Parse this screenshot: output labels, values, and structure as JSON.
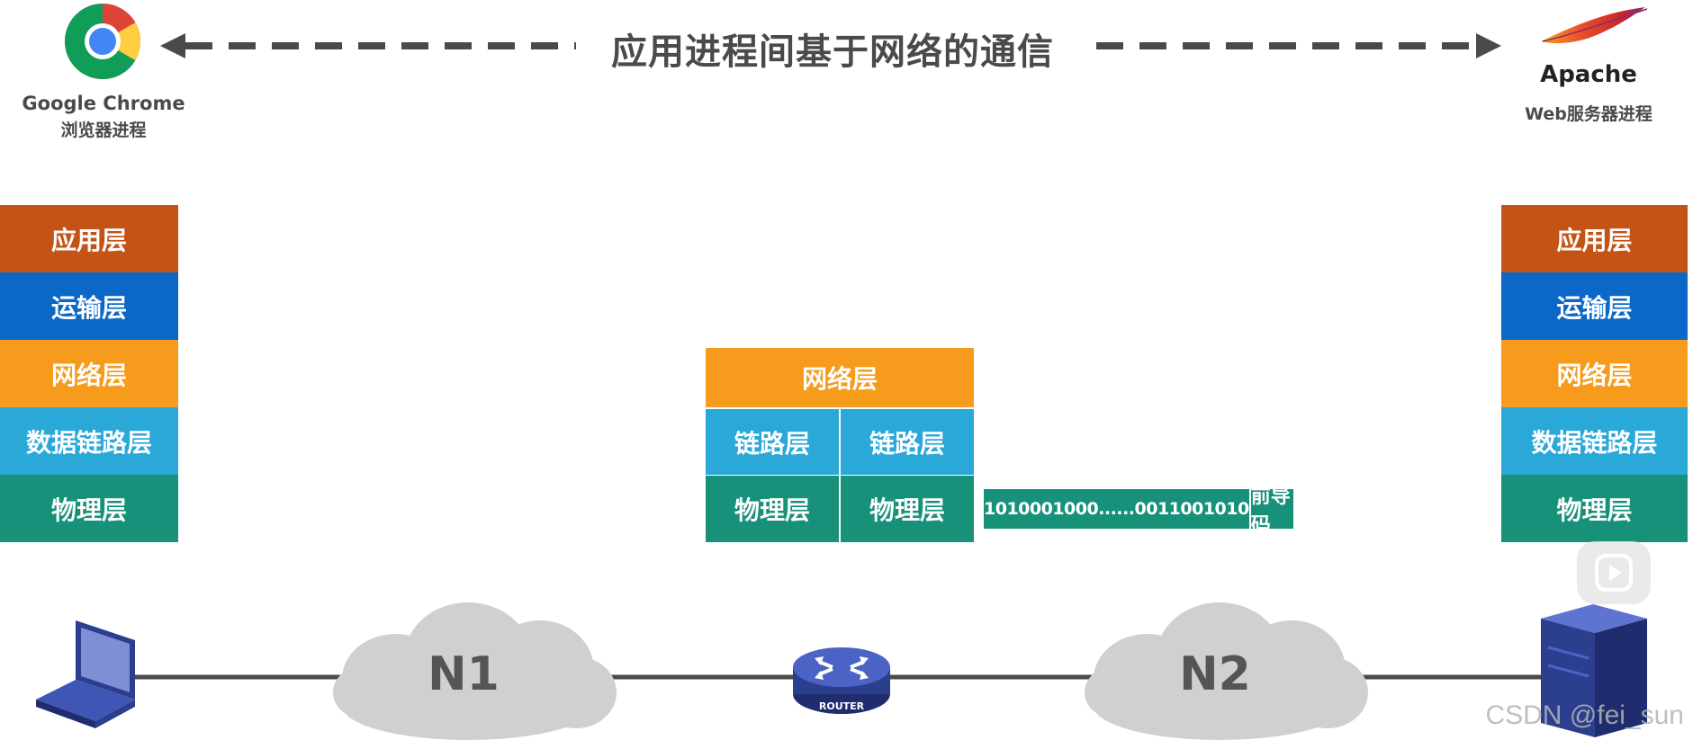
{
  "header": {
    "title": "应用进程间基于网络的通信",
    "left_app_name": "Google Chrome",
    "left_app_role": "浏览器进程",
    "right_app_name": "Apache",
    "right_app_role": "Web服务器进程"
  },
  "left_stack": {
    "layers": [
      "应用层",
      "运输层",
      "网络层",
      "数据链路层",
      "物理层"
    ]
  },
  "right_stack": {
    "layers": [
      "应用层",
      "运输层",
      "网络层",
      "数据链路层",
      "物理层"
    ]
  },
  "router_stack": {
    "network": "网络层",
    "link_left": "链路层",
    "link_right": "链路层",
    "phys_left": "物理层",
    "phys_right": "物理层"
  },
  "bitstream": {
    "data": "1010001000......0011001010",
    "preamble": "前导码"
  },
  "network": {
    "n1_label": "N1",
    "n2_label": "N2",
    "router_label": "ROUTER"
  },
  "watermark": "CSDN @fei_sun",
  "colors": {
    "application": "#c45316",
    "transport": "#0b68c9",
    "network": "#f69b1c",
    "datalink": "#2aa8d8",
    "physical": "#17917a",
    "arrow": "#4a4a4a",
    "cloud": "#d0d0d0",
    "line": "#4a4a4a"
  }
}
